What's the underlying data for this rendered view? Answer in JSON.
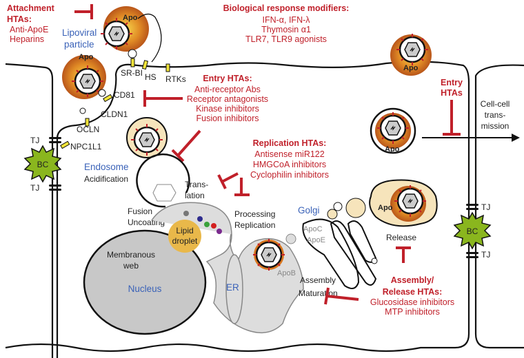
{
  "colors": {
    "inhibitor": "#c0202a",
    "label": "#3a62b8",
    "bc": "#8ab61e",
    "apo": "#d9761e",
    "receptor": "#f1e43a",
    "lipid": "#e9b84a"
  },
  "attachment": {
    "title1": "Attachment",
    "title2": "HTAs:",
    "items": [
      "Anti-ApoE",
      "Heparins"
    ]
  },
  "lipoviral": [
    "Lipoviral",
    "particle"
  ],
  "apo_label": "Apo",
  "brm": {
    "title": "Biological response modifiers:",
    "items": [
      "IFN-α, IFN-λ",
      "Thymosin α1",
      "TLR7, TLR9 agonists"
    ]
  },
  "receptors": {
    "srbi": "SR-BI",
    "hs": "HS",
    "rtks": "RTKs",
    "cd81": "CD81",
    "cldn1": "CLDN1",
    "ocln": "OCLN",
    "npc1l1": "NPC1L1"
  },
  "entry": {
    "title": "Entry HTAs:",
    "items": [
      "Anti-receptor Abs",
      "Receptor antagonists",
      "Kinase inhibitors",
      "Fusion inhibitors"
    ]
  },
  "entry_right": {
    "title1": "Entry",
    "title2": "HTAs"
  },
  "cell_cell": [
    "Cell-cell",
    "trans-",
    "mission"
  ],
  "replication": {
    "title": "Replication HTAs:",
    "items": [
      "Antisense miR122",
      "HMGCoA inhibitors",
      "Cyclophilin inhibitors"
    ]
  },
  "junction": {
    "tj": "TJ",
    "bc": "BC"
  },
  "steps": {
    "endosome": "Endosome",
    "acidification": "Acidification",
    "fusion": "Fusion",
    "uncoating": "Uncoating",
    "translation1": "Trans-",
    "translation2": "lation",
    "processing": "Processing",
    "replication": "Replication",
    "golgi": "Golgi",
    "release": "Release",
    "lipid1": "Lipid",
    "lipid2": "droplet",
    "web1": "Membranous",
    "web2": "web",
    "nucleus": "Nucleus",
    "er": "ER",
    "apob": "ApoB",
    "apoc": "ApoC",
    "apoe": "ApoE",
    "assembly": "Assembly",
    "maturation": "Maturation"
  },
  "assembly": {
    "title1": "Assembly/",
    "title2": "Release HTAs:",
    "items": [
      "Glucosidase inhibitors",
      "MTP inhibitors"
    ]
  }
}
